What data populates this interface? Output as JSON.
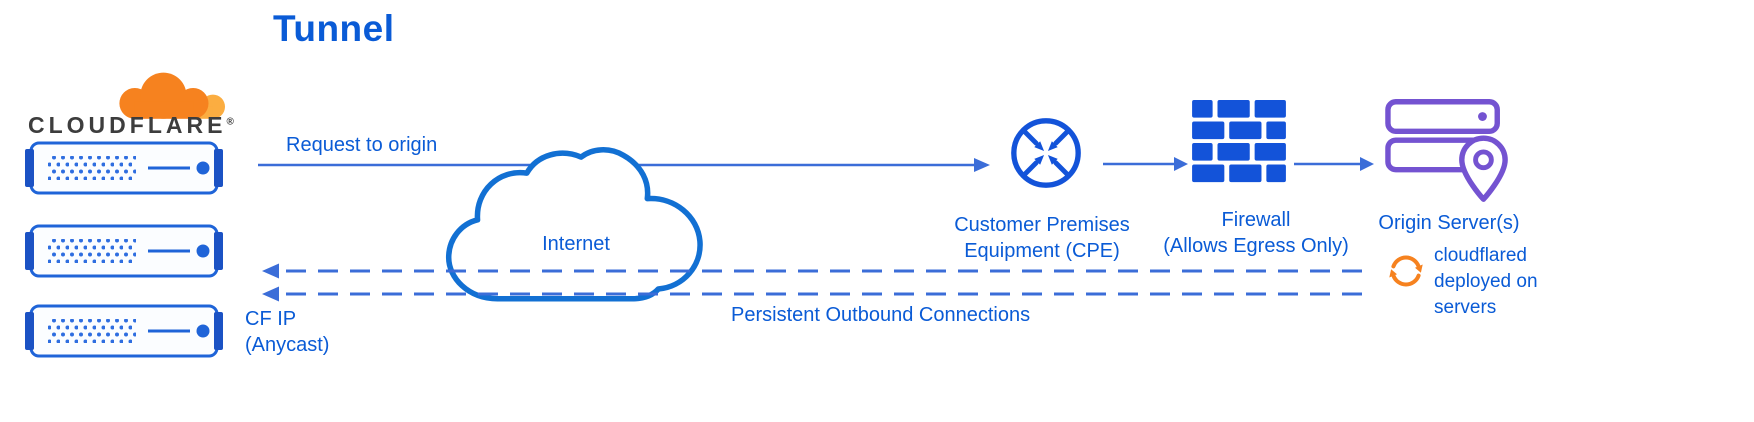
{
  "title": "Tunnel",
  "brand": {
    "wordmark": "CLOUDFLARE",
    "reg": "®"
  },
  "labels": {
    "request_to_origin": "Request to origin",
    "internet": "Internet",
    "cpe": "Customer Premises\nEquipment (CPE)",
    "firewall": "Firewall\n(Allows Egress Only)",
    "origin_servers": "Origin Server(s)",
    "persistent_outbound": "Persistent Outbound Connections",
    "cf_ip": "CF IP\n(Anycast)",
    "cloudflared": "cloudflared\ndeployed on\nservers"
  },
  "colors": {
    "text_blue": "#0a5bd6",
    "line_blue": "#3b6dd8",
    "icon_blue": "#1353d9",
    "cloud_outline_blue": "#1270d3",
    "server_border_blue": "#1f64d8",
    "brand_orange": "#f6821f",
    "brand_orange_light": "#fbad41",
    "origin_purple": "#7453d1",
    "wordmark_gray": "#3d3d3d"
  },
  "icons": {
    "cloudflare_logo": "cloudflare-cloud",
    "edge_servers": "server-rack",
    "internet": "cloud-outline",
    "cpe": "router-circle-arrows",
    "firewall": "brick-wall",
    "origin": "server-stack-location-pin",
    "cloudflared": "sync-arrows"
  }
}
